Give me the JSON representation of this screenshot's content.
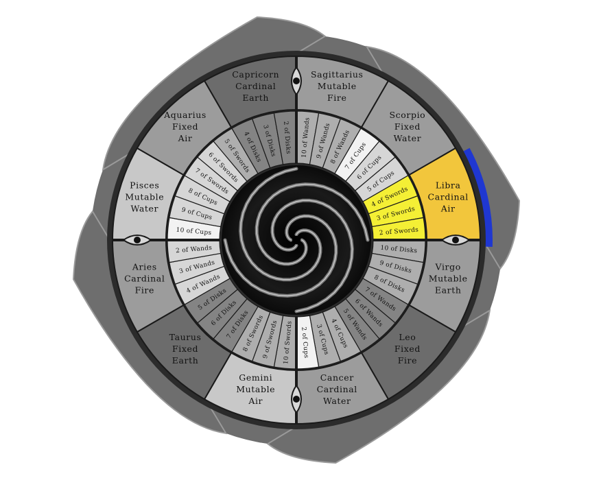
{
  "colors": {
    "background": "#ffffff",
    "swirl_outer": "#6e6e6e",
    "swirl_highlight": "#9a9a9a",
    "disc_edge": "#2b2b2b",
    "divider": "#1a1a1a",
    "sign_light": "#c8c8c8",
    "sign_mid": "#9c9c9c",
    "sign_dark": "#6c6c6c",
    "card_light": "#d6d6d6",
    "card_mid": "#aeaeae",
    "card_dark": "#848484",
    "card_white": "#f2f2f2",
    "highlight_sign": "#f2c63c",
    "highlight_card": "#f4ef35",
    "blue_accent": "#1f37d1",
    "center_dark": "#0b0b0b"
  },
  "signs": [
    {
      "lines": [
        "Capricorn",
        "Cardinal",
        "Earth"
      ],
      "shade": "dark"
    },
    {
      "lines": [
        "Sagittarius",
        "Mutable",
        "Fire"
      ],
      "shade": "mid"
    },
    {
      "lines": [
        "Scorpio",
        "Fixed",
        "Water"
      ],
      "shade": "mid"
    },
    {
      "lines": [
        "Libra",
        "Cardinal",
        "Air"
      ],
      "shade": "highlight"
    },
    {
      "lines": [
        "Virgo",
        "Mutable",
        "Earth"
      ],
      "shade": "mid"
    },
    {
      "lines": [
        "Leo",
        "Fixed",
        "Fire"
      ],
      "shade": "dark"
    },
    {
      "lines": [
        "Cancer",
        "Cardinal",
        "Water"
      ],
      "shade": "mid"
    },
    {
      "lines": [
        "Gemini",
        "Mutable",
        "Air"
      ],
      "shade": "light"
    },
    {
      "lines": [
        "Taurus",
        "Fixed",
        "Earth"
      ],
      "shade": "dark"
    },
    {
      "lines": [
        "Aries",
        "Cardinal",
        "Fire"
      ],
      "shade": "mid"
    },
    {
      "lines": [
        "Pisces",
        "Mutable",
        "Water"
      ],
      "shade": "light"
    },
    {
      "lines": [
        "Aquarius",
        "Fixed",
        "Air"
      ],
      "shade": "mid"
    }
  ],
  "cards": [
    {
      "label": "10 of Wands",
      "shade": "mid"
    },
    {
      "label": "9 of Wands",
      "shade": "mid"
    },
    {
      "label": "8 of Wands",
      "shade": "mid"
    },
    {
      "label": "7 of Cups",
      "shade": "white"
    },
    {
      "label": "6 of Cups",
      "shade": "light"
    },
    {
      "label": "5 of Cups",
      "shade": "light"
    },
    {
      "label": "4 of Swords",
      "shade": "highlight"
    },
    {
      "label": "3 of Swords",
      "shade": "highlight"
    },
    {
      "label": "2 of Swords",
      "shade": "highlight"
    },
    {
      "label": "10 of Disks",
      "shade": "mid"
    },
    {
      "label": "9 of Disks",
      "shade": "mid"
    },
    {
      "label": "8 of Disks",
      "shade": "mid"
    },
    {
      "label": "7 of Wands",
      "shade": "dark"
    },
    {
      "label": "6 of Wands",
      "shade": "dark"
    },
    {
      "label": "5 of Wands",
      "shade": "dark"
    },
    {
      "label": "4 of Cups",
      "shade": "mid"
    },
    {
      "label": "3 of Cups",
      "shade": "mid"
    },
    {
      "label": "2 of Cups",
      "shade": "white"
    },
    {
      "label": "10 of Swords",
      "shade": "mid"
    },
    {
      "label": "9 of Swords",
      "shade": "mid"
    },
    {
      "label": "8 of Swords",
      "shade": "mid"
    },
    {
      "label": "7 of Disks",
      "shade": "dark"
    },
    {
      "label": "6 of Disks",
      "shade": "dark"
    },
    {
      "label": "5 of Disks",
      "shade": "dark"
    },
    {
      "label": "4 of Wands",
      "shade": "light"
    },
    {
      "label": "3 of Wands",
      "shade": "light"
    },
    {
      "label": "2 of Wands",
      "shade": "light"
    },
    {
      "label": "10 of Cups",
      "shade": "white"
    },
    {
      "label": "9 of Cups",
      "shade": "light"
    },
    {
      "label": "8 of Cups",
      "shade": "light"
    },
    {
      "label": "7 of Swords",
      "shade": "light"
    },
    {
      "label": "6 of Swords",
      "shade": "light"
    },
    {
      "label": "5 of Swords",
      "shade": "mid"
    },
    {
      "label": "4 of Disks",
      "shade": "dark"
    },
    {
      "label": "3 of Disks",
      "shade": "dark"
    },
    {
      "label": "2 of Disks",
      "shade": "dark"
    }
  ],
  "markers": [
    {
      "name": "capricorn-sagittarius-marker"
    },
    {
      "name": "libra-virgo-marker"
    },
    {
      "name": "gemini-cancer-marker"
    },
    {
      "name": "pisces-aries-marker"
    }
  ]
}
